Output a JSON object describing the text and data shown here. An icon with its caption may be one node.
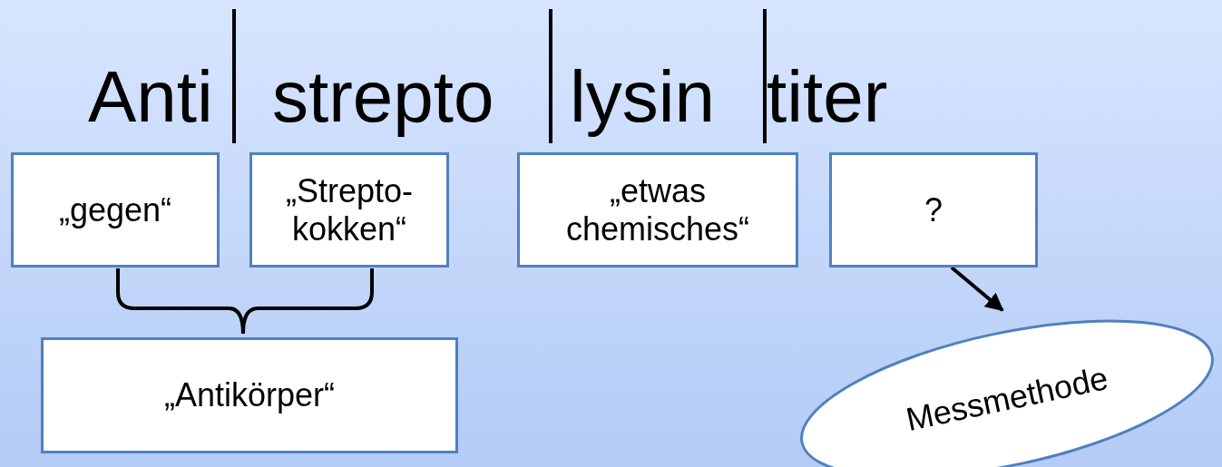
{
  "diagram": {
    "nodes": [
      {
        "text": [
          "„gegen“"
        ]
      },
      {
        "text": [
          "„Strepto- kokken“"
        ]
      },
      {
        "text": [
          "„etwas chemisches“"
        ]
      },
      {
        "text": [
          "?"
        ]
      },
      {
        "text": [
          "„Antikörper“"
        ]
      },
      {
        "text": [
          "Messmethode"
        ]
      }
    ],
    "edges": [
      {
        "from": 3,
        "to": 5,
        "arrow": "to"
      }
    ],
    "labels": [
      "Anti",
      "strepto",
      "lysin",
      "titer"
    ]
  }
}
